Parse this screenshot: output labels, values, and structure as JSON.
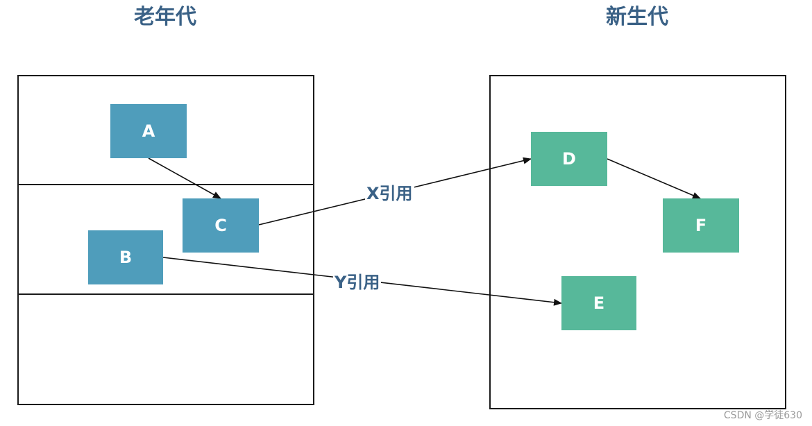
{
  "titles": {
    "old_generation": "老年代",
    "young_generation": "新生代"
  },
  "nodes": {
    "a": "A",
    "b": "B",
    "c": "C",
    "d": "D",
    "e": "E",
    "f": "F"
  },
  "edge_labels": {
    "x": "X引用",
    "y": "Y引用"
  },
  "edges": [
    {
      "from": "A",
      "to": "C"
    },
    {
      "from": "C",
      "to": "D",
      "label": "X引用"
    },
    {
      "from": "B",
      "to": "E",
      "label": "Y引用"
    },
    {
      "from": "D",
      "to": "F"
    }
  ],
  "colors": {
    "old_node": "#4f9dbb",
    "young_node": "#57b89a",
    "title_text": "#3a6186",
    "border": "#1a1a1a"
  },
  "watermark": "CSDN @学徒630"
}
